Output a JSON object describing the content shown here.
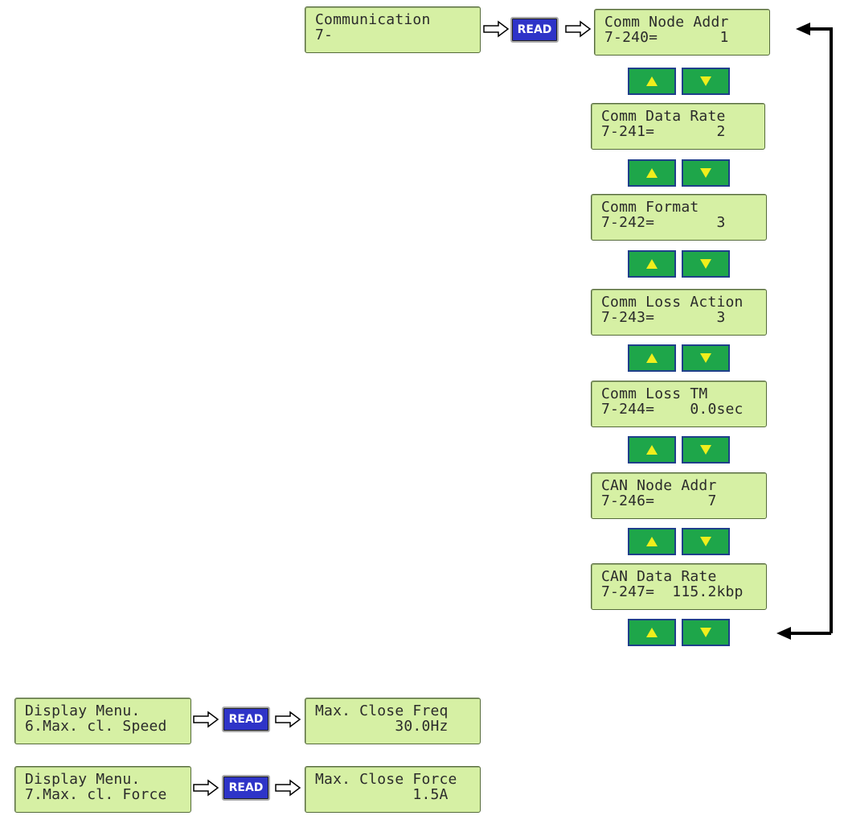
{
  "comm_section": {
    "start_display": {
      "line1": "Communication",
      "line2": "7-"
    },
    "read_label": "READ",
    "parameters": [
      {
        "line1": "Comm Node Addr",
        "line2": "7-240=       1"
      },
      {
        "line1": "Comm Data Rate",
        "line2": "7-241=       2"
      },
      {
        "line1": "Comm Format",
        "line2": "7-242=       3"
      },
      {
        "line1": "Comm Loss Action",
        "line2": "7-243=       3"
      },
      {
        "line1": "Comm Loss TM",
        "line2": "7-244=    0.0sec"
      },
      {
        "line1": "CAN Node Addr",
        "line2": "7-246=      7"
      },
      {
        "line1": "CAN Data Rate",
        "line2": "7-247=  115.2kbp"
      }
    ]
  },
  "display_menu": [
    {
      "menu": {
        "line1": "Display Menu.",
        "line2": "6.Max. cl. Speed"
      },
      "read_label": "READ",
      "result": {
        "line1": "Max. Close Freq",
        "line2": "         30.0Hz"
      }
    },
    {
      "menu": {
        "line1": "Display Menu.",
        "line2": "7.Max. cl. Force"
      },
      "read_label": "READ",
      "result": {
        "line1": "Max. Close Force",
        "line2": "           1.5A"
      }
    }
  ],
  "colors": {
    "lcd": "#d6f0a4",
    "read_button": "#2e34c8",
    "nav_key": "#1ea64a",
    "triangle": "#f0ee1c"
  }
}
